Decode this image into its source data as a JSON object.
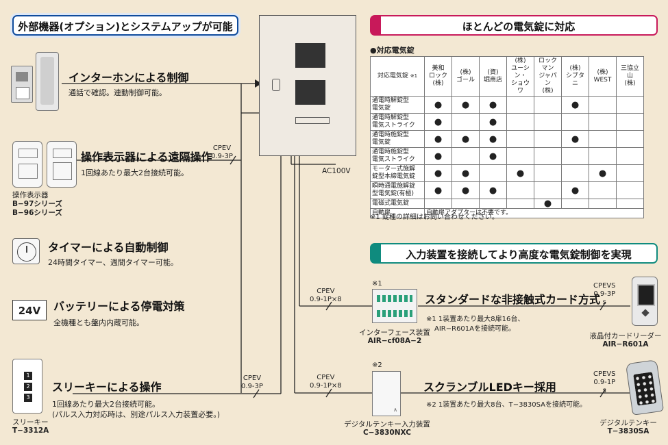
{
  "banners": {
    "system": "外部機器(オプション)とシステムアップが可能",
    "locks": "ほとんどの電気錠に対応",
    "input": "入力装置を接続してより高度な電気錠制御を実現"
  },
  "features": {
    "interphone": {
      "title": "インターホンによる制御",
      "note": "通話で確認。連動制御可能。"
    },
    "indicator": {
      "title": "操作表示器による遠隔操作",
      "note": "1回線あたり最大2台接続可能。",
      "caption": [
        "操作表示器",
        "B−97シリーズ",
        "B−96シリーズ"
      ]
    },
    "timer": {
      "title": "タイマーによる自動制御",
      "note": "24時間タイマー、週間タイマー可能。"
    },
    "battery": {
      "title": "バッテリーによる停電対策",
      "note": "全機種とも盤内内蔵可能。",
      "label": "24V"
    },
    "threekey": {
      "title": "スリーキーによる操作",
      "note1": "1回線あたり最大2台接続可能。",
      "note2": "(パルス入力対応時は、別途パルス入力装置必要。)",
      "caption": [
        "スリーキー",
        "T−3312A"
      ],
      "keys": [
        "1",
        "2",
        "3"
      ]
    }
  },
  "cables": {
    "cpev_1": [
      "CPEV",
      "0.9-3P"
    ],
    "cpev_2": [
      "CPEV",
      "0.9-3P"
    ],
    "cpev_card": [
      "CPEV",
      "0.9-1P×8"
    ],
    "cpev_scr": [
      "CPEV",
      "0.9-1P×8"
    ],
    "cpevs_card": [
      "CPEVS",
      "0.9-3P",
      "s"
    ],
    "cpevs_scr": [
      "CPEVS",
      "0.9-1P",
      "s"
    ],
    "ac": "AC100V"
  },
  "locks_table": {
    "heading": "●対応電気錠",
    "header_first": "対応電気錠",
    "header_first_mark": "※1",
    "makers": [
      "美和\nロック\n(株)",
      "(株)\nゴール",
      "(資)\n堀商店",
      "(株)\nユーシン・\nショウワ",
      "ロックマン\nジャパン\n(株)",
      "(株)\nシブタニ",
      "(株)\nWEST",
      "三協立山\n(株)"
    ],
    "rows": [
      {
        "label": "通電時解錠型\n電気錠",
        "dots": [
          1,
          1,
          1,
          0,
          0,
          1,
          0,
          0
        ]
      },
      {
        "label": "通電時解錠型\n電気ストライク",
        "dots": [
          1,
          0,
          1,
          0,
          0,
          0,
          0,
          0
        ]
      },
      {
        "label": "通電時施錠型\n電気錠",
        "dots": [
          1,
          1,
          1,
          0,
          0,
          1,
          0,
          0
        ]
      },
      {
        "label": "通電時施錠型\n電気ストライク",
        "dots": [
          1,
          0,
          1,
          0,
          0,
          0,
          0,
          0
        ]
      },
      {
        "label": "モーター式施解\n錠型本締電気錠",
        "dots": [
          1,
          1,
          0,
          1,
          0,
          0,
          1,
          0
        ]
      },
      {
        "label": "瞬時通電施解錠\n型電気錠(有極)",
        "dots": [
          1,
          1,
          1,
          0,
          0,
          1,
          0,
          0
        ]
      },
      {
        "label": "電磁式電気錠",
        "dots": [
          0,
          0,
          0,
          0,
          1,
          0,
          0,
          0
        ]
      }
    ],
    "last_row_label": "自動扉",
    "last_row_note": "自動扉アダプターは不要です。",
    "dot": "●",
    "footnote": "※1 錠種の詳細はお問い合わせください。"
  },
  "card": {
    "title": "スタンダードな非接触式カード方式",
    "mark": "※1",
    "note1": "※1 1装置あたり最大8扉16台、",
    "note2": "AIR−R601Aを接続可能。",
    "iface_caption": [
      "インターフェース装置",
      "AIR−cf08A−2"
    ],
    "reader_caption": [
      "液晶付カードリーダー",
      "AIR−R601A"
    ]
  },
  "scramble": {
    "title": "スクランブルLEDキー採用",
    "mark": "※2",
    "note": "※2 1装置あたり最大8台、T−3830SAを接続可能。",
    "unit_caption": [
      "デジタルテンキー入力装置",
      "C−3830NXC"
    ],
    "key_caption": [
      "デジタルテンキー",
      "T−3830SA"
    ]
  },
  "colors": {
    "background": "#f3e8d3",
    "blue": "#0f4b9c",
    "pink": "#c8195a",
    "teal": "#0f8b7e"
  }
}
